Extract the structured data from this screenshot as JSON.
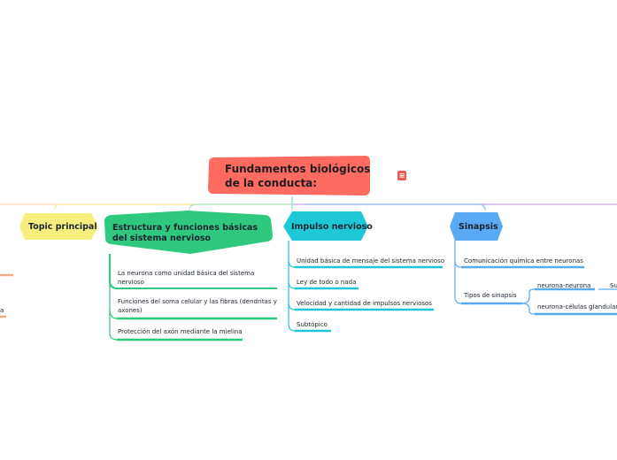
{
  "central": {
    "label": "Fundamentos biológicos de la conducta:",
    "menu_icon": "menu-lines-icon"
  },
  "colors": {
    "central": "#ff6b61",
    "topic_yellow": "#f6ef7d",
    "topic_green": "#2ec97f",
    "topic_teal": "#1ec8d6",
    "topic_blue": "#5aa9f3",
    "orange_line": "#f6b98c",
    "purple_line": "#b28ce6"
  },
  "topics": [
    {
      "id": "topic-principal",
      "label": "Topic principal",
      "children": []
    },
    {
      "id": "estructura",
      "label": "Estructura y funciones básicas del sistema nervioso",
      "children": [
        "La neurona como unidad básica del sistema nervioso",
        "Funciones del soma celular y las fibras (dendritas y axones)",
        "Protección del axón mediante la mielina"
      ]
    },
    {
      "id": "impulso",
      "label": "Impulso nervioso",
      "children": [
        "Unidad básica de mensaje del sistema nervioso",
        "Ley de todo o nada",
        "Velocidad y cantidad de impulsos nerviosos",
        "Subtópico"
      ]
    },
    {
      "id": "sinapsis",
      "label": "Sinapsis",
      "children": [
        "Comunicación química entre neuronas",
        "Tipos de sinapsis"
      ],
      "grandchildren": [
        "neurona-neurona",
        "neurona-células glandulares"
      ],
      "cut_text": [
        "Su"
      ]
    }
  ],
  "offscreen_left": {
    "label_fragment": "a"
  }
}
